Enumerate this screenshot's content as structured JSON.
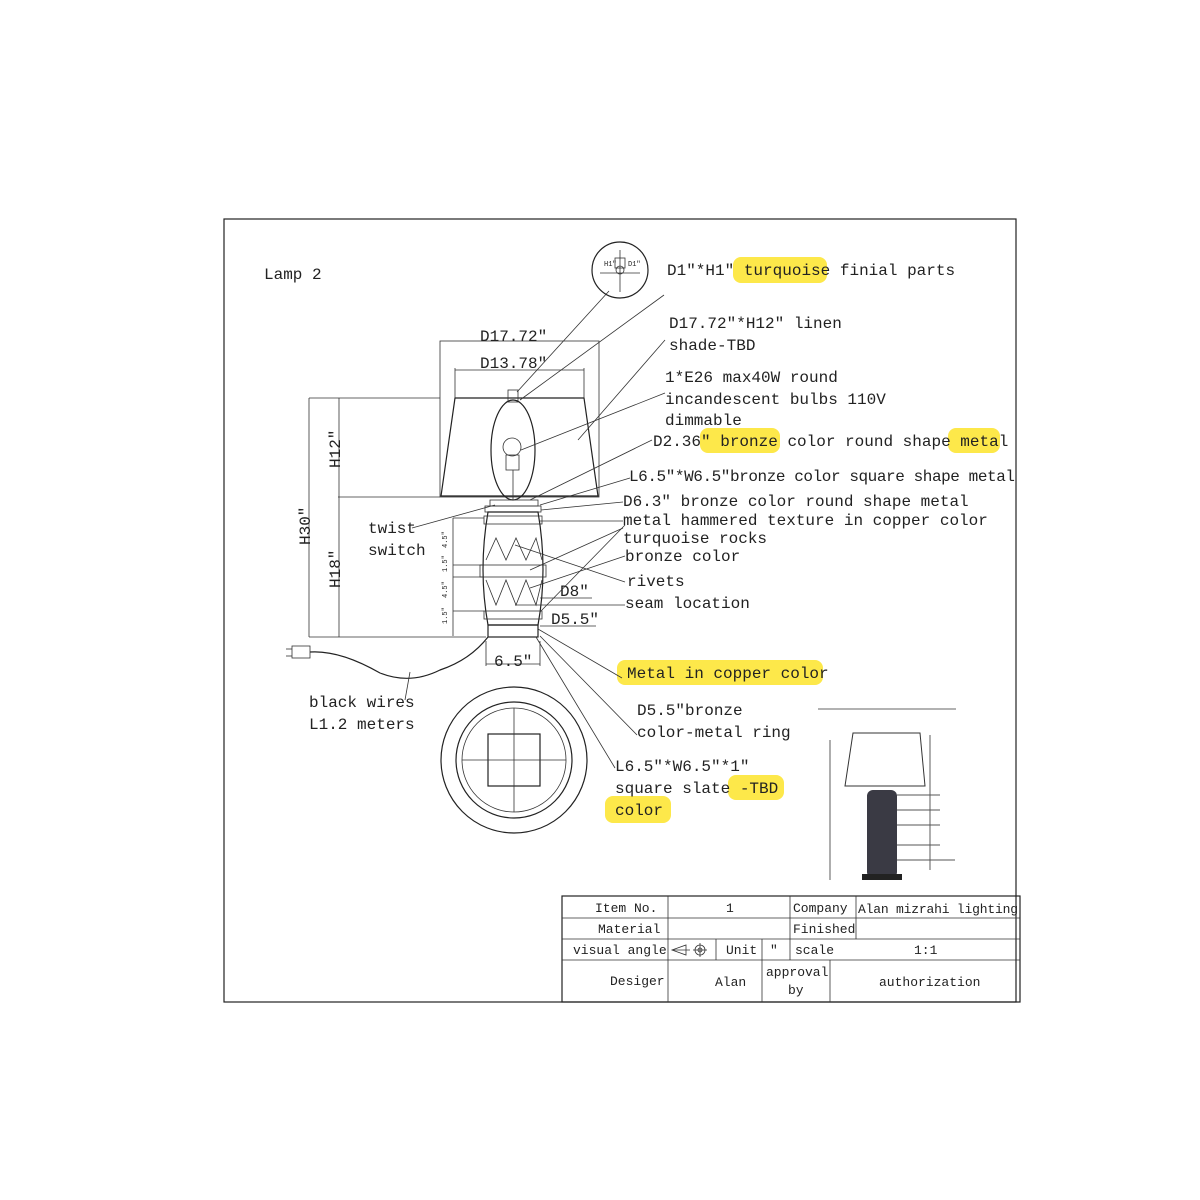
{
  "title": "Lamp 2",
  "colors": {
    "highlight": "#fde84a",
    "line": "#222222"
  },
  "callouts": {
    "finial": {
      "prefix": "D1″*H1″",
      "highlight": "turquoise",
      "suffix": "finial  parts"
    },
    "shade": [
      "D17.72″*H12″ linen",
      "shade-TBD"
    ],
    "bulb": [
      "1*E26 max40W  round",
      "incandescent  bulbs 110V",
      "dimmable"
    ],
    "cap": {
      "prefix": "D2.36″",
      "highlight1": "bronze",
      "middle": "color round shape",
      "highlight2": "metal"
    },
    "square_plate": "L6.5″*W6.5″bronze color square shape metal",
    "round_plate": "D6.3″ bronze color round shape metal",
    "hammered": "metal hammered texture in copper color",
    "rocks": "turquoise rocks",
    "bronze": "bronze color",
    "rivets": "rivets",
    "seam": "seam location",
    "copper": "Metal in copper color",
    "ring": [
      "D5.5″bronze",
      "color-metal ring"
    ],
    "slate": {
      "line1": "L6.5″*W6.5″*1″",
      "line2_prefix": "square slate",
      "line2_highlight": "-TBD",
      "line3_highlight": "color"
    },
    "switch": [
      "twist",
      "switch"
    ],
    "wires": [
      "black wires",
      "L1.2 meters"
    ]
  },
  "dimensions": {
    "shade_outer": "D17.72″",
    "shade_inner": "D13.78″",
    "h_shade": "H12″",
    "h_total": "H30″",
    "h_base": "H18″",
    "d_body": "D8″",
    "d_ring": "D5.5″",
    "w_base": "6.5″",
    "side_ticks": [
      "4.5″",
      "1.5″",
      "4.5″",
      "1.5″"
    ],
    "finial_dims": [
      "D1″",
      "H1″"
    ]
  },
  "title_block": {
    "item_no_label": "Item No.",
    "item_no": "1",
    "company_label": "Company",
    "company": "Alan mizrahi lighting",
    "material_label": "Material",
    "material": "",
    "finished_label": "Finished",
    "finished": "",
    "visual_angle_label": "visual angle",
    "unit_label": "Unit",
    "unit": "″",
    "scale_label": "scale",
    "scale": "1:1",
    "designer_label": "Desiger",
    "designer": "Alan",
    "approval_label": [
      "approval",
      "by"
    ],
    "authorization": "authorization"
  }
}
